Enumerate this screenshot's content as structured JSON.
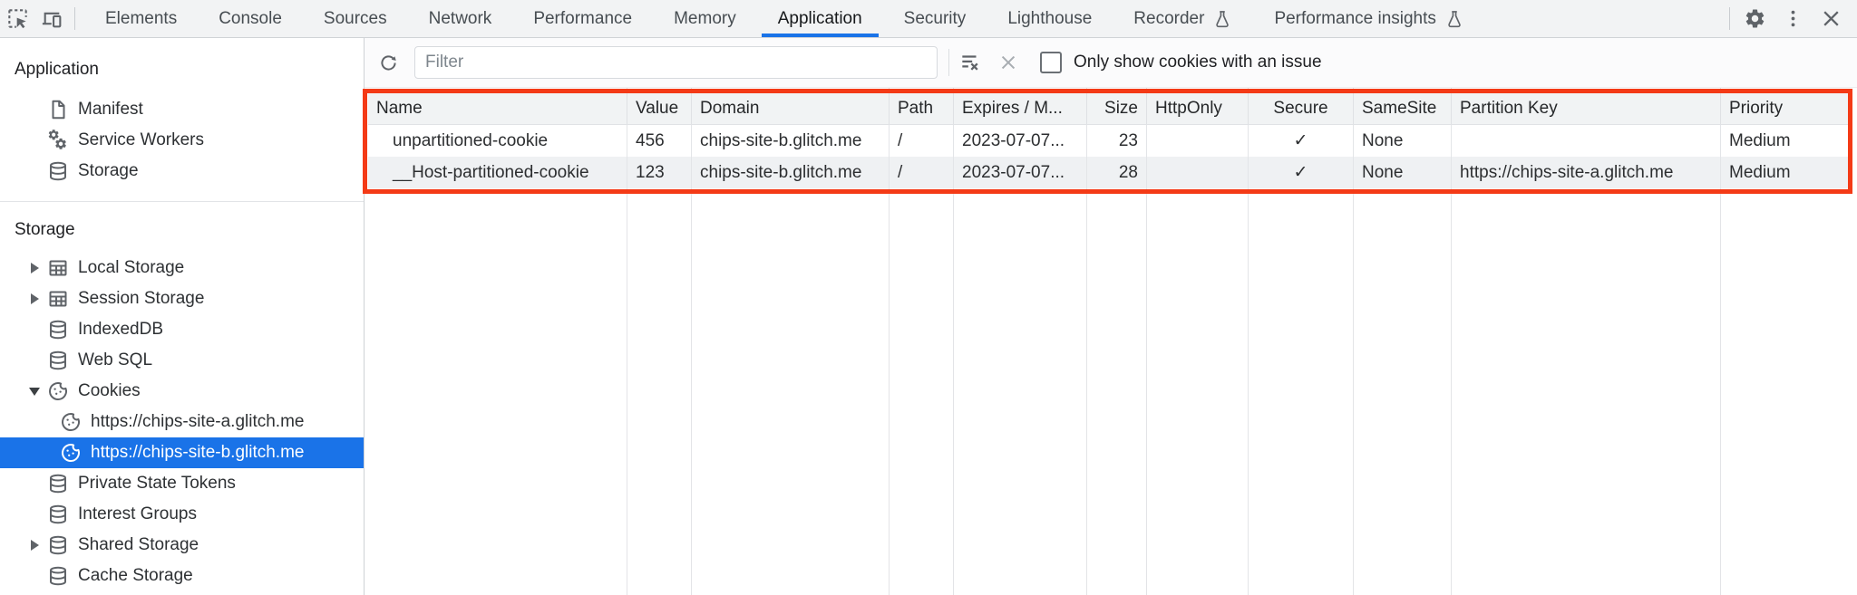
{
  "toolbar": {
    "tabs": [
      "Elements",
      "Console",
      "Sources",
      "Network",
      "Performance",
      "Memory",
      "Application",
      "Security",
      "Lighthouse",
      "Recorder",
      "Performance insights"
    ],
    "active_tab": "Application"
  },
  "sidebar": {
    "sections": [
      {
        "title": "Application",
        "items": [
          {
            "label": "Manifest"
          },
          {
            "label": "Service Workers"
          },
          {
            "label": "Storage"
          }
        ]
      },
      {
        "title": "Storage",
        "items": [
          {
            "label": "Local Storage"
          },
          {
            "label": "Session Storage"
          },
          {
            "label": "IndexedDB"
          },
          {
            "label": "Web SQL"
          },
          {
            "label": "Cookies"
          },
          {
            "label": "https://chips-site-a.glitch.me"
          },
          {
            "label": "https://chips-site-b.glitch.me"
          },
          {
            "label": "Private State Tokens"
          },
          {
            "label": "Interest Groups"
          },
          {
            "label": "Shared Storage"
          },
          {
            "label": "Cache Storage"
          }
        ]
      }
    ],
    "selected_item": "https://chips-site-b.glitch.me"
  },
  "cookie_panel": {
    "filter_placeholder": "Filter",
    "only_issue_label": "Only show cookies with an issue",
    "checkbox_checked": false
  },
  "table": {
    "columns": [
      "Name",
      "Value",
      "Domain",
      "Path",
      "Expires / M...",
      "Size",
      "HttpOnly",
      "Secure",
      "SameSite",
      "Partition Key",
      "Priority"
    ],
    "rows": [
      {
        "name": "unpartitioned-cookie",
        "value": "456",
        "domain": "chips-site-b.glitch.me",
        "path": "/",
        "expires": "2023-07-07...",
        "size": "23",
        "http_only": "",
        "secure": "✓",
        "same_site": "None",
        "partition_key": "",
        "priority": "Medium"
      },
      {
        "name": "__Host-partitioned-cookie",
        "value": "123",
        "domain": "chips-site-b.glitch.me",
        "path": "/",
        "expires": "2023-07-07...",
        "size": "28",
        "http_only": "",
        "secure": "✓",
        "same_site": "None",
        "partition_key": "https://chips-site-a.glitch.me",
        "priority": "Medium"
      }
    ]
  },
  "colors": {
    "accent": "#1a73e8",
    "highlight_border": "#f43a16",
    "selected_bg": "#1a73e8"
  }
}
